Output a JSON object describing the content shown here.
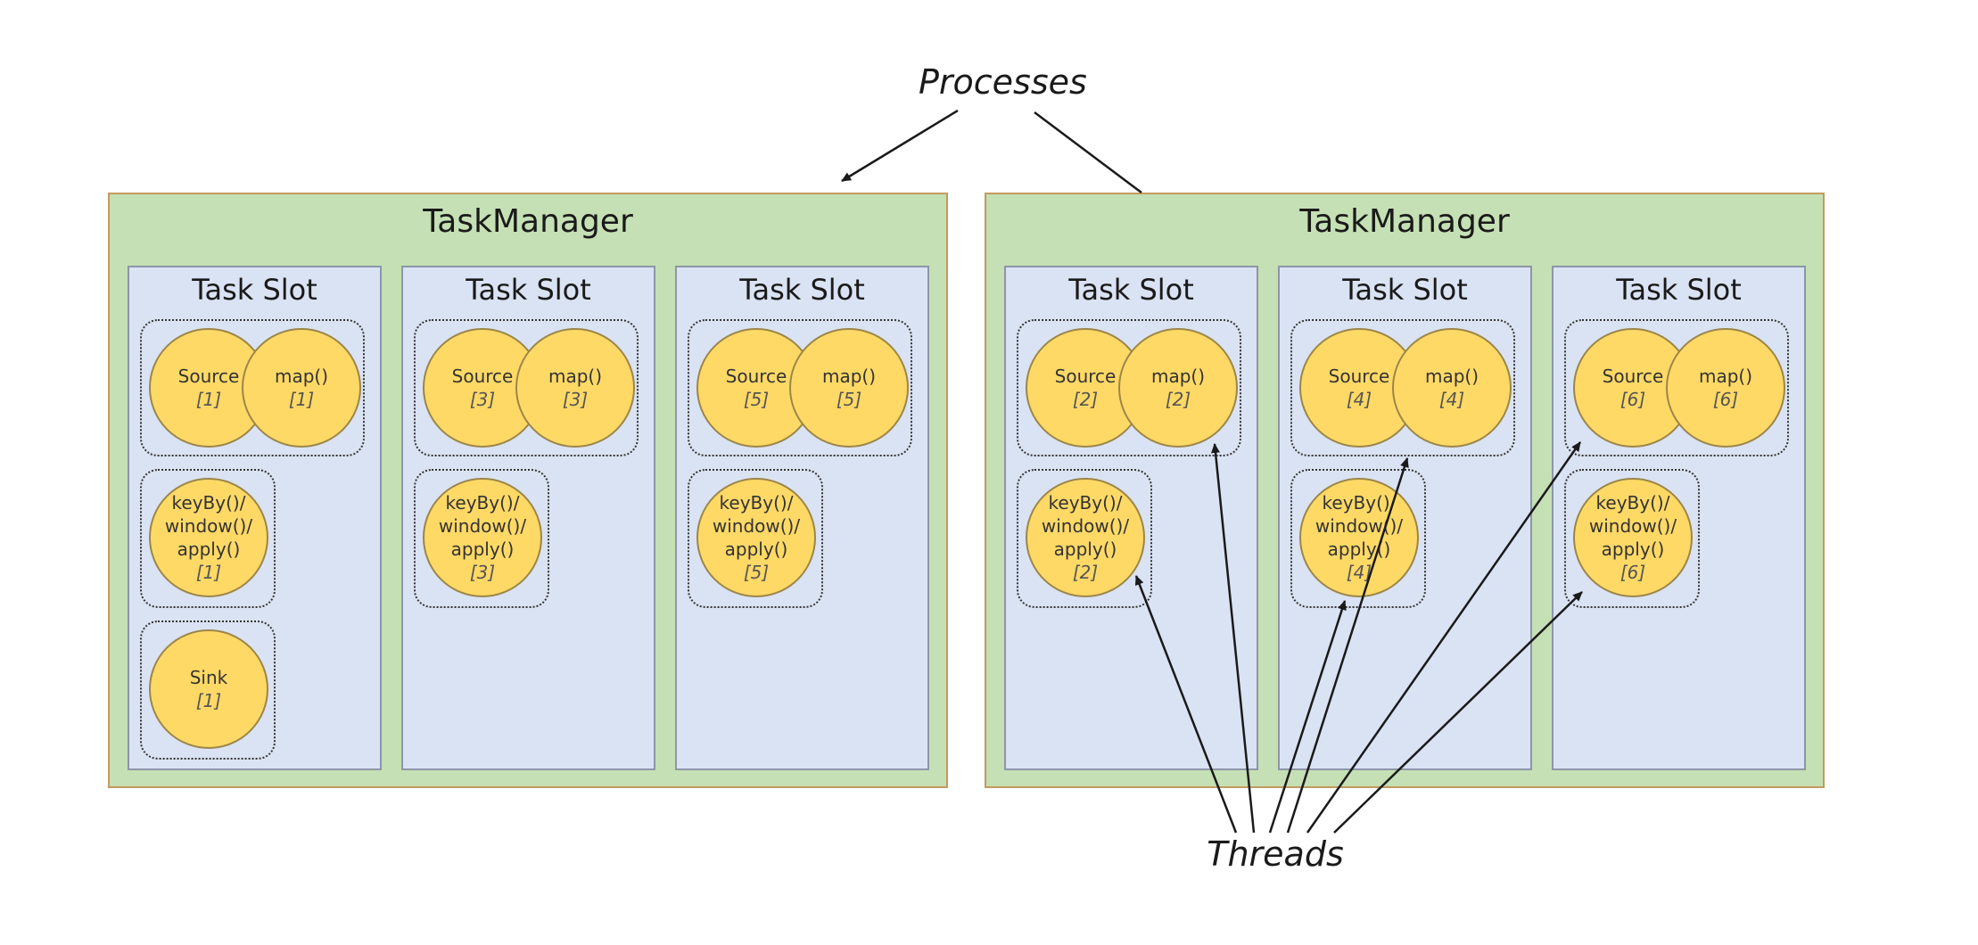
{
  "labels": {
    "processes": "Processes",
    "threads": "Threads"
  },
  "colors": {
    "taskmanager_fill": "#c5e0b4",
    "taskmanager_border": "#c39a5e",
    "slot_fill": "#dae3f3",
    "operator_fill": "#ffd966"
  },
  "taskmanagers": [
    {
      "title": "TaskManager",
      "slots": [
        {
          "title": "Task Slot",
          "source": "Source",
          "source_idx": "[1]",
          "map": "map()",
          "map_idx": "[1]",
          "window": "keyBy()/\nwindow()/\napply()",
          "window_idx": "[1]",
          "sink": "Sink",
          "sink_idx": "[1]"
        },
        {
          "title": "Task Slot",
          "source": "Source",
          "source_idx": "[3]",
          "map": "map()",
          "map_idx": "[3]",
          "window": "keyBy()/\nwindow()/\napply()",
          "window_idx": "[3]"
        },
        {
          "title": "Task Slot",
          "source": "Source",
          "source_idx": "[5]",
          "map": "map()",
          "map_idx": "[5]",
          "window": "keyBy()/\nwindow()/\napply()",
          "window_idx": "[5]"
        }
      ]
    },
    {
      "title": "TaskManager",
      "slots": [
        {
          "title": "Task Slot",
          "source": "Source",
          "source_idx": "[2]",
          "map": "map()",
          "map_idx": "[2]",
          "window": "keyBy()/\nwindow()/\napply()",
          "window_idx": "[2]"
        },
        {
          "title": "Task Slot",
          "source": "Source",
          "source_idx": "[4]",
          "map": "map()",
          "map_idx": "[4]",
          "window": "keyBy()/\nwindow()/\napply()",
          "window_idx": "[4]"
        },
        {
          "title": "Task Slot",
          "source": "Source",
          "source_idx": "[6]",
          "map": "map()",
          "map_idx": "[6]",
          "window": "keyBy()/\nwindow()/\napply()",
          "window_idx": "[6]"
        }
      ]
    }
  ]
}
